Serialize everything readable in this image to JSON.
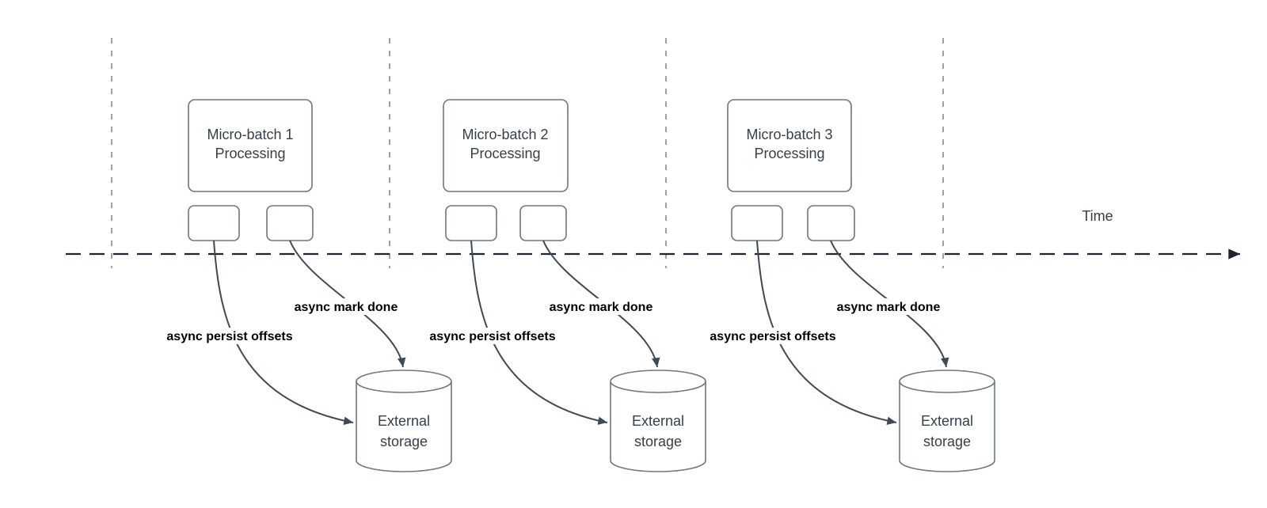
{
  "diagram": {
    "time_axis": {
      "label": "Time"
    },
    "sections": [
      {
        "batch_title_line1": "Micro-batch 1",
        "batch_title_line2": "Processing",
        "persist_offsets_label": "async persist offsets",
        "mark_done_label": "async mark done",
        "storage_title_line1": "External",
        "storage_title_line2": "storage"
      },
      {
        "batch_title_line1": "Micro-batch 2",
        "batch_title_line2": "Processing",
        "persist_offsets_label": "async persist offsets",
        "mark_done_label": "async mark done",
        "storage_title_line1": "External",
        "storage_title_line2": "storage"
      },
      {
        "batch_title_line1": "Micro-batch 3",
        "batch_title_line2": "Processing",
        "persist_offsets_label": "async persist offsets",
        "mark_done_label": "async mark done",
        "storage_title_line1": "External",
        "storage_title_line2": "storage"
      }
    ],
    "colors": {
      "background": "#ffffff",
      "connector": "#3f4a55",
      "shape_border": "#6e7680",
      "shape_text": "#36404a",
      "edge_label_text": "#000000",
      "timeline": "#1d242e",
      "guide_line": "#a0a0a0"
    }
  }
}
